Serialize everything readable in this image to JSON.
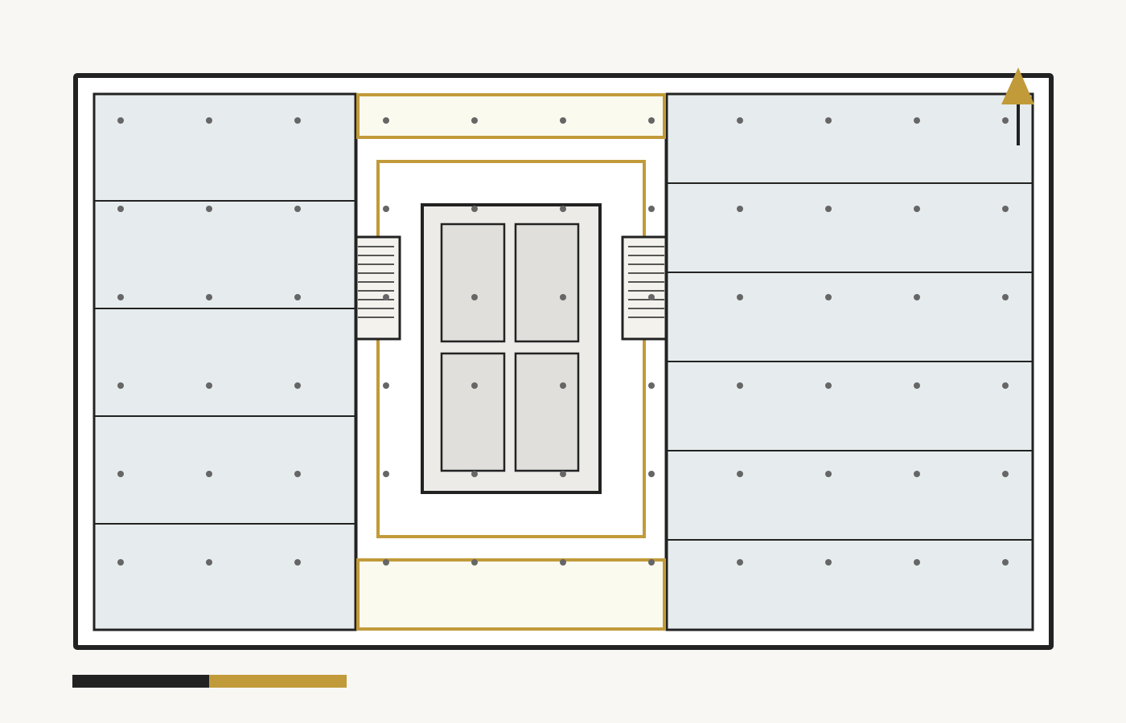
{
  "colors": {
    "background": "#f8f7f4",
    "wall": "#222222",
    "office_fill": "#e6eced",
    "core_fill": "#ecebe7",
    "shaft_fill": "#e0dfdb",
    "accent": "#c19a3a",
    "accent_fill": "#fbfaef",
    "stair_fill": "#f3f2ed",
    "column_dot": "#666666",
    "corridor": "#ffffff"
  },
  "plan": {
    "left_wing_office_count": 5,
    "right_wing_office_count": 6,
    "elevator_shaft_count": 4,
    "stair_count": 2,
    "meeting_room_count": 2,
    "column_grid": {
      "columns": 11,
      "rows": 6
    }
  },
  "north_arrow": {
    "icon": "north-arrow-icon",
    "direction": "north"
  },
  "scale_bar": {
    "icon": "scale-bar-icon",
    "segments": 2
  }
}
